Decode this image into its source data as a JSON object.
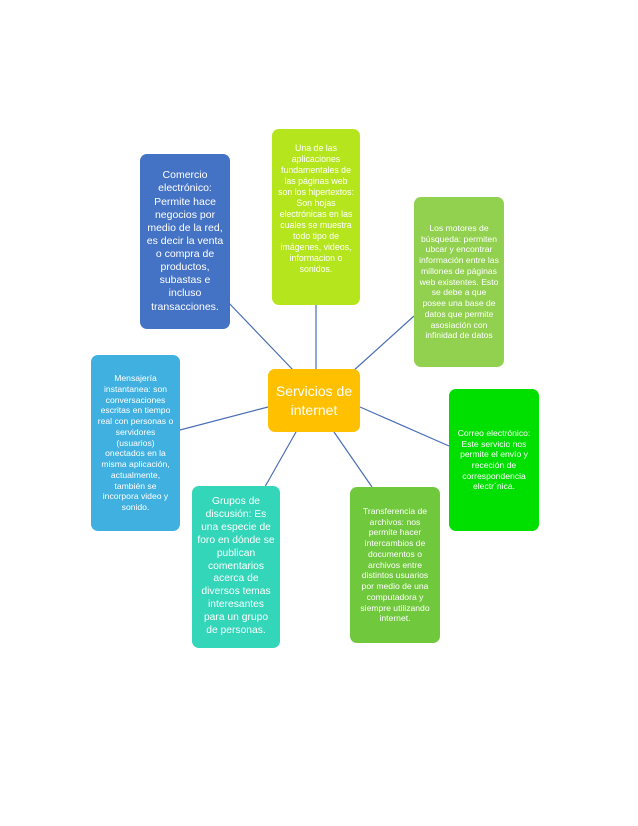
{
  "diagram": {
    "center": {
      "text": "Servicios de internet",
      "color": "#ffc000"
    },
    "nodes": [
      {
        "id": "comercio",
        "text": "Comercio electrónico: Permite hace negocios por medio de la red, es decir la venta o compra de productos, subastas e incluso transacciones.",
        "color": "#4472c4"
      },
      {
        "id": "web",
        "text": "Una de las aplicaciones fundamentales de las páginas web son los hipertextos: Son hojas electrónicas en las cuales se muestra todo tipo de imágenes, videos, informacion o sonidos.",
        "color": "#b5e61d"
      },
      {
        "id": "motores",
        "text": "Los motores de búsqueda: permiten ubcar y encontrar información entre las millones de páginas web existentes. Esto se debe a que posee una base de datos que permite asosiación con infinidad de datos",
        "color": "#92d050"
      },
      {
        "id": "correo",
        "text": "Correo electrónico: Este servicio nos permite el envío y receción de correspondencia electr´nica.",
        "color": "#00e000"
      },
      {
        "id": "transferencia",
        "text": "Transferencia de archivos: nos permite hacer intercambios de documentos o archivos entre distintos usuarios por medio de una computadora y siempre utilizando internet.",
        "color": "#70c83c"
      },
      {
        "id": "grupos",
        "text": "Grupos de discusión: Es una especie de foro en dónde se publican comentarios acerca de diversos temas interesantes para un grupo de personas.",
        "color": "#33d6b8"
      },
      {
        "id": "mensajeria",
        "text": "Mensajería instantanea: son conversaciones escritas en tiempo real con personas o servidores (usuarios) onectados en la misma aplicación, actualmente, también se incorpora video y sonido.",
        "color": "#40b0e0"
      }
    ],
    "connector_color": "#4a6fb5"
  }
}
